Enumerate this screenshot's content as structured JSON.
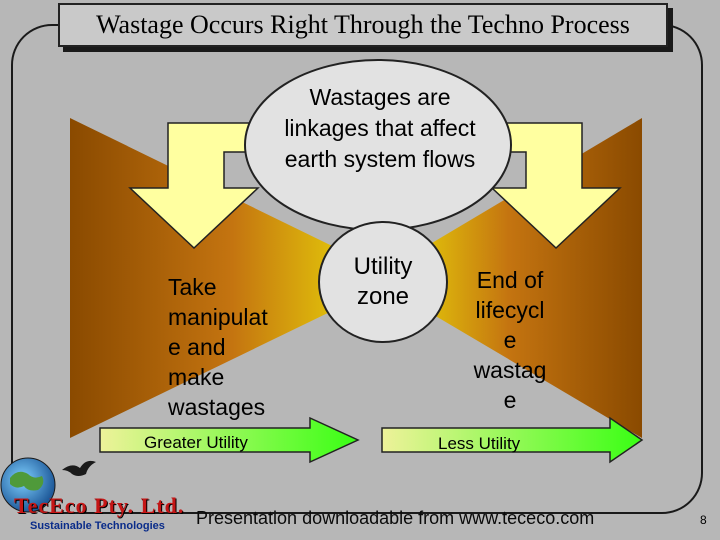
{
  "title": "Wastage Occurs Right Through the Techno Process",
  "circle_text": "Wastages are linkages that affect earth system flows",
  "utility_zone": "Utility zone",
  "left_block": "Take\nmanipulat\ne and\nmake\nwastages",
  "right_block": "End of\nlifecycl\ne\nwastag\ne",
  "greater_utility": "Greater Utility",
  "less_utility": "Less Utility",
  "footer": "Presentation downloadable from www.tececo.com",
  "page_number": "8",
  "logo": {
    "name": "TecEco Pty. Ltd.",
    "tagline": "Sustainable Technologies"
  },
  "colors": {
    "background": "#b7b7b7",
    "bowtie_dark": "#8a4a00",
    "bowtie_light": "#e8d40a",
    "callout_arrow": "#ffffa0",
    "utility_arrow": "#39ff14"
  },
  "icons": [
    "globe-icon",
    "bird-icon"
  ]
}
